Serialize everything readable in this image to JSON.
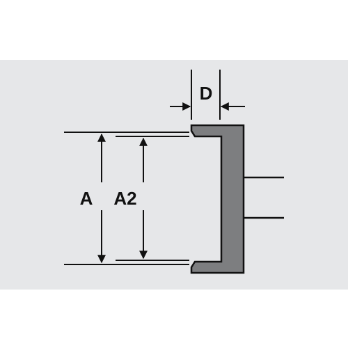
{
  "labels": {
    "outer_diameter": "A",
    "inner_diameter": "A2",
    "depth": "D"
  },
  "colors": {
    "background": "#e6e7e9",
    "part_fill": "#7d7e80",
    "line": "#111111"
  }
}
